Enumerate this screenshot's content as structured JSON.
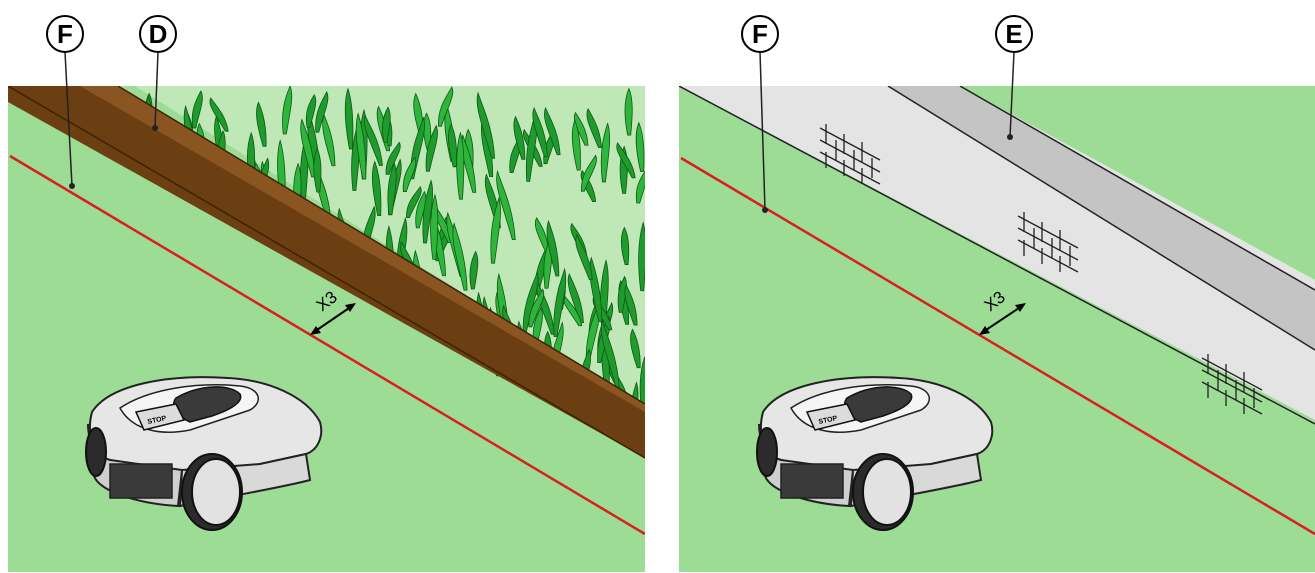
{
  "panels": [
    {
      "id": "left",
      "callouts": [
        {
          "label": "F",
          "target": "perimeter-wire"
        },
        {
          "label": "D",
          "target": "border-strip"
        }
      ],
      "dimension_label": "X3",
      "robot_button_label": "STOP",
      "border_type": "hedge",
      "colors": {
        "lawn": "#9ddc95",
        "wire": "#d8201c",
        "border": "#7a4a17",
        "hedge": "#1f9a2c"
      }
    },
    {
      "id": "right",
      "callouts": [
        {
          "label": "F",
          "target": "perimeter-wire"
        },
        {
          "label": "E",
          "target": "paved-path"
        }
      ],
      "dimension_label": "X3",
      "robot_button_label": "STOP",
      "border_type": "paving",
      "colors": {
        "lawn": "#9ddc95",
        "wire": "#d8201c",
        "path": "#e4e4e4",
        "curb": "#c4c4c4"
      }
    }
  ]
}
